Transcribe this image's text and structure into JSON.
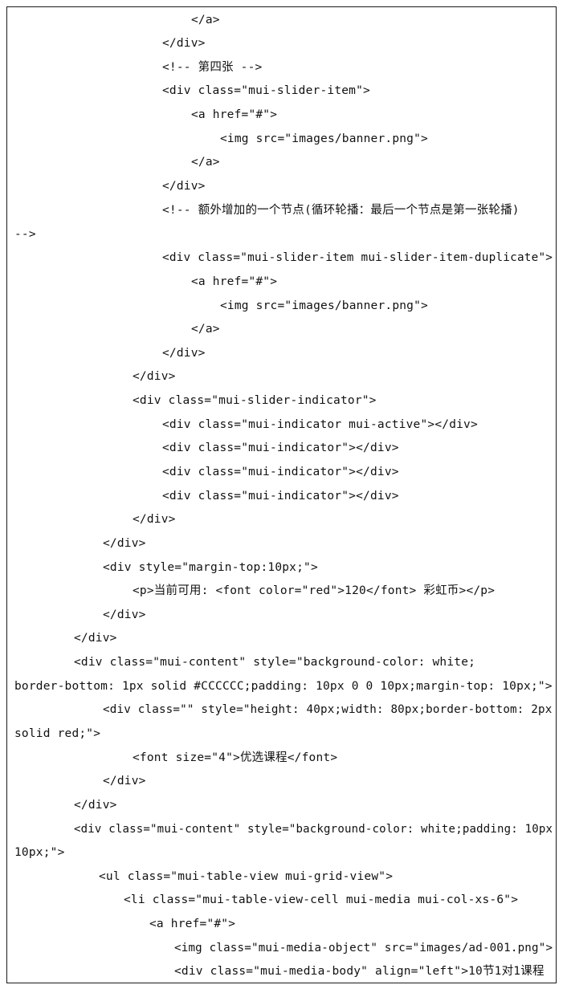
{
  "document": {
    "lines": [
      "</a>",
      "</div>",
      "<!-- 第四张 -->",
      "<div class=\"mui-slider-item\">",
      "<a href=\"#\">",
      "<img src=\"images/banner.png\">",
      "</a>",
      "</div>",
      "<!-- 额外增加的一个节点(循环轮播：最后一个节点是第一张轮播)",
      "-->",
      "<div class=\"mui-slider-item mui-slider-item-duplicate\">",
      "<a href=\"#\">",
      "<img src=\"images/banner.png\">",
      "</a>",
      "</div>",
      "</div>",
      "<div class=\"mui-slider-indicator\">",
      "<div class=\"mui-indicator mui-active\"></div>",
      "<div class=\"mui-indicator\"></div>",
      "<div class=\"mui-indicator\"></div>",
      "<div class=\"mui-indicator\"></div>",
      "</div>",
      "</div>",
      "<div style=\"margin-top:10px;\">",
      "<p>当前可用: <font color=\"red\">120</font> 彩虹币></p>",
      "</div>",
      "</div>",
      "<div class=\"mui-content\" style=\"background-color: white;",
      "border-bottom: 1px solid #CCCCCC;padding: 10px 0 0 10px;margin-top: 10px;\">",
      "<div class=\"\" style=\"height: 40px;width: 80px;border-bottom: 2px",
      "solid red;\">",
      "<font size=\"4\">优选课程</font>",
      "</div>",
      "</div>",
      "<div class=\"mui-content\" style=\"background-color: white;padding: 10px",
      "10px;\">",
      "<ul class=\"mui-table-view mui-grid-view\">",
      "<li class=\"mui-table-view-cell mui-media mui-col-xs-6\">",
      "<a href=\"#\">",
      "<img class=\"mui-media-object\" src=\"images/ad-001.png\">",
      "<div class=\"mui-media-body\" align=\"left\">10节1对1课程"
    ]
  }
}
